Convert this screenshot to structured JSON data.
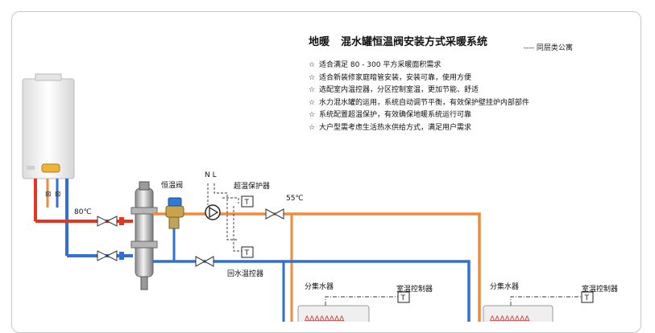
{
  "title": {
    "main": "地暖",
    "system": "混水罐恒温阀安装方式采暖系统"
  },
  "subtitle": "---- 同层类公寓",
  "star_glyph": "☆",
  "features": [
    "适合满足 80 - 300 平方采暖面积需求",
    "适合新装修家庭暗管安装，安装可靠，使用方便",
    "选配室内温控器，分区控制室温，更加节能、舒适",
    "水力混水罐的运用，系统自动调节平衡，有效保护壁挂炉内部部件",
    "系统配置超温保护，有效确保地暖系统运行可靠",
    "大户型需考虑生活热水供给方式，满足用户需求"
  ],
  "labels": {
    "thermostatic_valve": "恒温阀",
    "power_nl": "N L",
    "overtemp_protector": "超温保护器",
    "temp_55": "55℃",
    "temp_80": "80℃",
    "return_thermostat": "回水温控器",
    "manifold_1": "分集水器",
    "room_thermostat_1": "室温控制器",
    "manifold_2": "分集水器",
    "room_thermostat_2": "室温控制器",
    "sensor_letter": "T"
  },
  "colors": {
    "hot_supply": "#e8331e",
    "mixed_supply": "#f08a3c",
    "return": "#2f6fd6",
    "boiler": "#f4f4f2",
    "frame": "#c8c8c8"
  },
  "icons": [
    "boiler",
    "valve-icon",
    "pump-icon",
    "mixing-tank",
    "thermostatic-valve",
    "sensor-box",
    "manifold"
  ]
}
